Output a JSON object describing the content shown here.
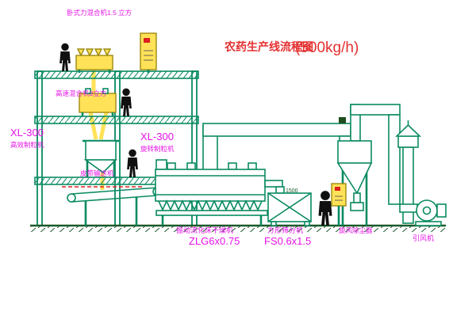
{
  "title": {
    "zh": "农药生产线流程图",
    "capacity": "(500kg/h)"
  },
  "labels": {
    "mixer1": "卧式力混合机1.5 立方",
    "mixer2": "高速混合机3立方",
    "granulator_left_model": "XL-300",
    "granulator_left_name": "高效制粒机",
    "granulator_right_model": "XL-300",
    "granulator_right_name": "旋转制粒机",
    "belt_conveyor": "皮带输送机",
    "dryer_name": "振动流化床干燥机",
    "dryer_model": "ZLG6x0.75",
    "sifter_name": "方形筛分机",
    "sifter_model": "FS0.6x1.5",
    "cyclone_name": "旋风除尘器",
    "fan_name": "引风机",
    "sifter_dim": "1500"
  },
  "colors": {
    "line": "#0a8a62",
    "line_dark": "#1a5a2a",
    "label_magenta": "#e613e6",
    "title_red": "#e53030",
    "equipment_yellow": "#ffe257",
    "equipment_yellow_stroke": "#9c8a10",
    "accent_red": "#dd2020",
    "figure_black": "#101010",
    "background": "#ffffff"
  }
}
